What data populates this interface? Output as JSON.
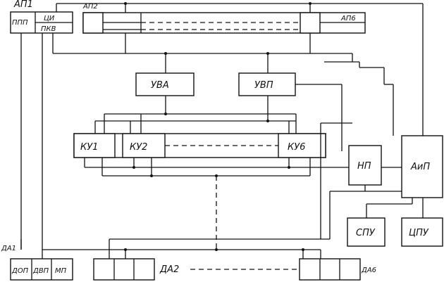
{
  "blocks": {
    "ap1": "АП1",
    "ppp": "ППП",
    "ci": "ЦИ",
    "pkv": "ПКВ",
    "ap2": "АП2",
    "ap6": "АП6",
    "uva": "УВА",
    "uvp": "УВП",
    "ku1": "КУ1",
    "ku2": "КУ2",
    "ku6": "КУ6",
    "np": "НП",
    "aip": "АиП",
    "spu": "СПУ",
    "cpu": "ЦПУ",
    "da1": "ДА1",
    "dop": "ДОП",
    "dvp": "ДВП",
    "mp": "МП",
    "da2": "ДА2",
    "da6": "ДА6"
  }
}
